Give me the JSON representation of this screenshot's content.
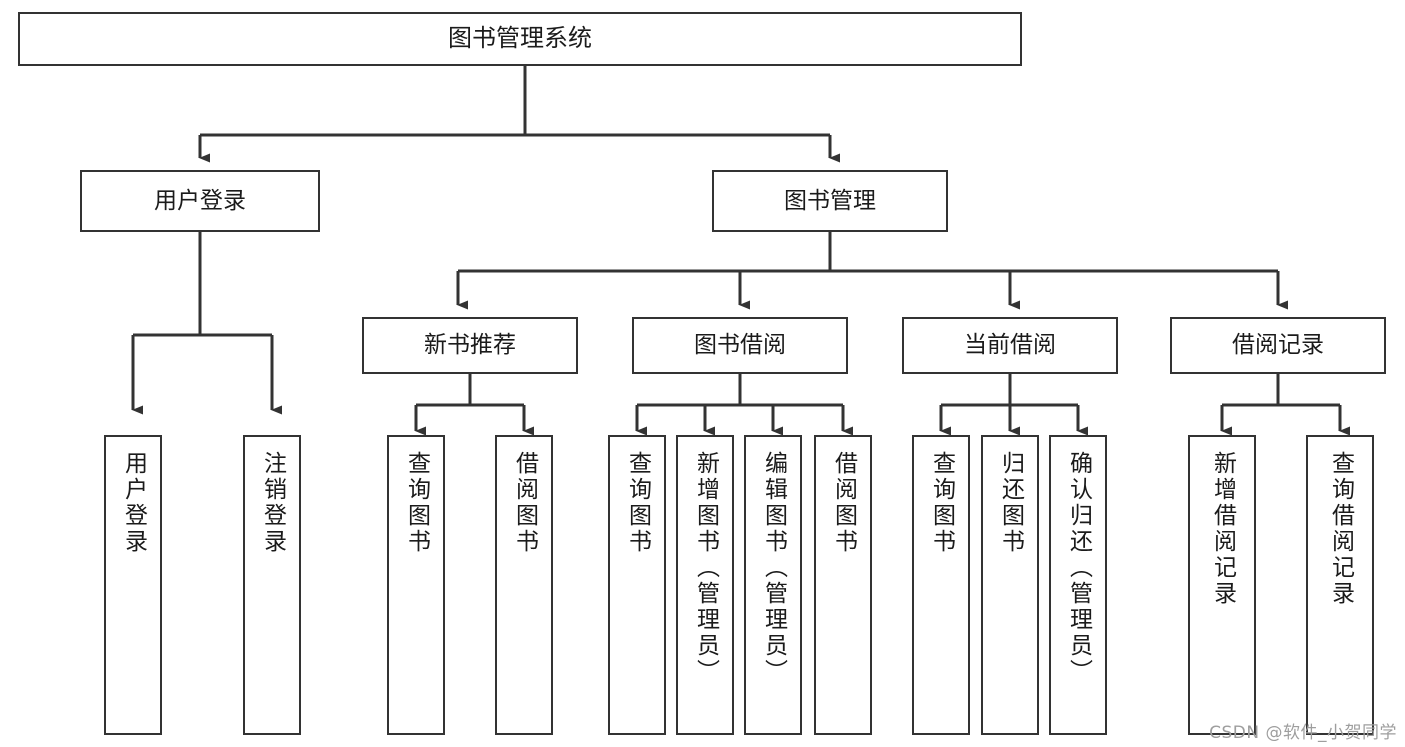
{
  "diagram": {
    "title": "图书管理系统",
    "watermark": "CSDN @软件_小贺同学",
    "stroke_color": "#333333",
    "background_color": "#ffffff",
    "text_color": "#1b1b1b",
    "root": {
      "label": "图书管理系统"
    },
    "level2": [
      {
        "label": "用户登录"
      },
      {
        "label": "图书管理"
      }
    ],
    "level3": [
      {
        "label": "新书推荐"
      },
      {
        "label": "图书借阅"
      },
      {
        "label": "当前借阅"
      },
      {
        "label": "借阅记录"
      }
    ],
    "leaves": {
      "user_login": [
        {
          "label": "用户登录"
        },
        {
          "label": "注销登录"
        }
      ],
      "new_book": [
        {
          "label": "查询图书"
        },
        {
          "label": "借阅图书"
        }
      ],
      "book_borrow": [
        {
          "label": "查询图书"
        },
        {
          "label": "新增图书（管理员）"
        },
        {
          "label": "编辑图书（管理员）"
        },
        {
          "label": "借阅图书"
        }
      ],
      "current_borrow": [
        {
          "label": "查询图书"
        },
        {
          "label": "归还图书"
        },
        {
          "label": "确认归还（管理员）"
        }
      ],
      "borrow_record": [
        {
          "label": "新增借阅记录"
        },
        {
          "label": "查询借阅记录"
        }
      ]
    }
  }
}
